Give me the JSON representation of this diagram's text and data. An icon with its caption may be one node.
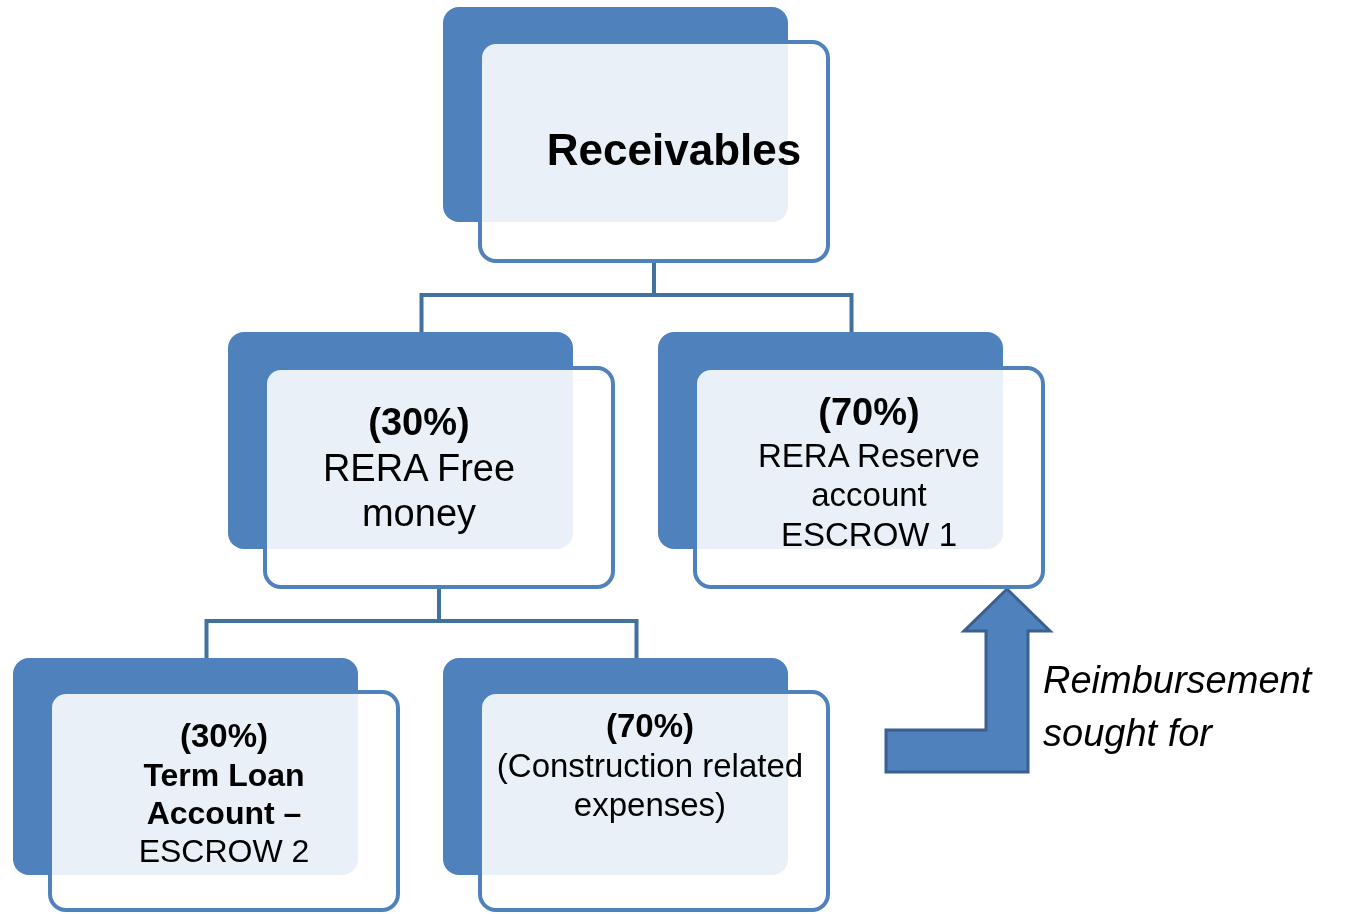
{
  "diagram": {
    "nodes": [
      {
        "text": [
          "Receivables"
        ]
      },
      {
        "text": [
          "(30%)",
          "RERA Free money"
        ]
      },
      {
        "text": [
          "(70%)",
          "RERA Reserve account ESCROW 1"
        ]
      },
      {
        "text": [
          "(30%)",
          "**Term Loan Account –** ESCROW 2"
        ]
      },
      {
        "text": [
          "(70%)",
          "(Construction related expenses)"
        ]
      }
    ],
    "edges": [
      {
        "from": 0,
        "to": 1,
        "arrow": "none"
      },
      {
        "from": 0,
        "to": 2,
        "arrow": "none"
      },
      {
        "from": 1,
        "to": 3,
        "arrow": "none"
      },
      {
        "from": 1,
        "to": 4,
        "arrow": "none"
      },
      {
        "from": null,
        "to": 2,
        "arrow": "to",
        "style": "thick",
        "label": "Reimbursement sought for"
      }
    ]
  }
}
